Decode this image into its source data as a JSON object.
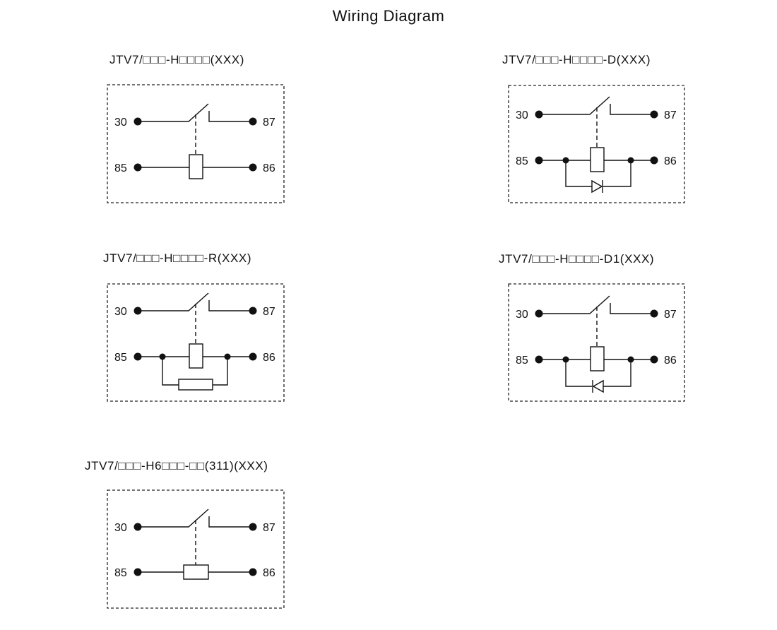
{
  "title": "Wiring Diagram",
  "diagrams": [
    {
      "label": "JTV7/□□□-H□□□□(XXX)",
      "variant": "plain",
      "terminals": {
        "t30": "30",
        "t87": "87",
        "t85": "85",
        "t86": "86"
      }
    },
    {
      "label": "JTV7/□□□-H□□□□-D(XXX)",
      "variant": "diode",
      "terminals": {
        "t30": "30",
        "t87": "87",
        "t85": "85",
        "t86": "86"
      }
    },
    {
      "label": "JTV7/□□□-H□□□□-R(XXX)",
      "variant": "resistor",
      "terminals": {
        "t30": "30",
        "t87": "87",
        "t85": "85",
        "t86": "86"
      }
    },
    {
      "label": "JTV7/□□□-H□□□□-D1(XXX)",
      "variant": "diode-reversed",
      "terminals": {
        "t30": "30",
        "t87": "87",
        "t85": "85",
        "t86": "86"
      }
    },
    {
      "label": "JTV7/□□□-H6□□□-□□(311)(XXX)",
      "variant": "plain-horizontal-coil",
      "terminals": {
        "t30": "30",
        "t87": "87",
        "t85": "85",
        "t86": "86"
      }
    }
  ]
}
